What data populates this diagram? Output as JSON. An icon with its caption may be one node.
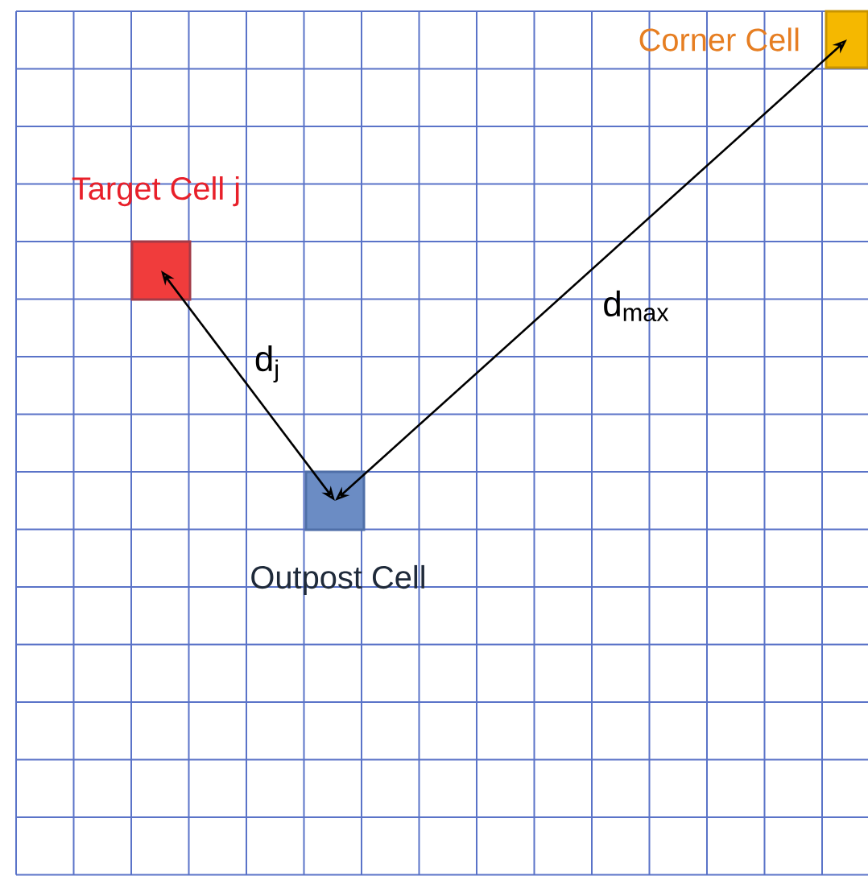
{
  "diagram": {
    "nodes": [
      {
        "text": [
          "Corner Cell"
        ]
      },
      {
        "text": [
          "Target Cell j"
        ]
      },
      {
        "text": [
          "Outpost Cell"
        ]
      }
    ],
    "edges": [
      {
        "from": 2,
        "to": 1,
        "arrow": "both",
        "label": "d$_{j}$"
      },
      {
        "from": 2,
        "to": 0,
        "arrow": "both",
        "label": "d$_{max}$"
      }
    ]
  }
}
